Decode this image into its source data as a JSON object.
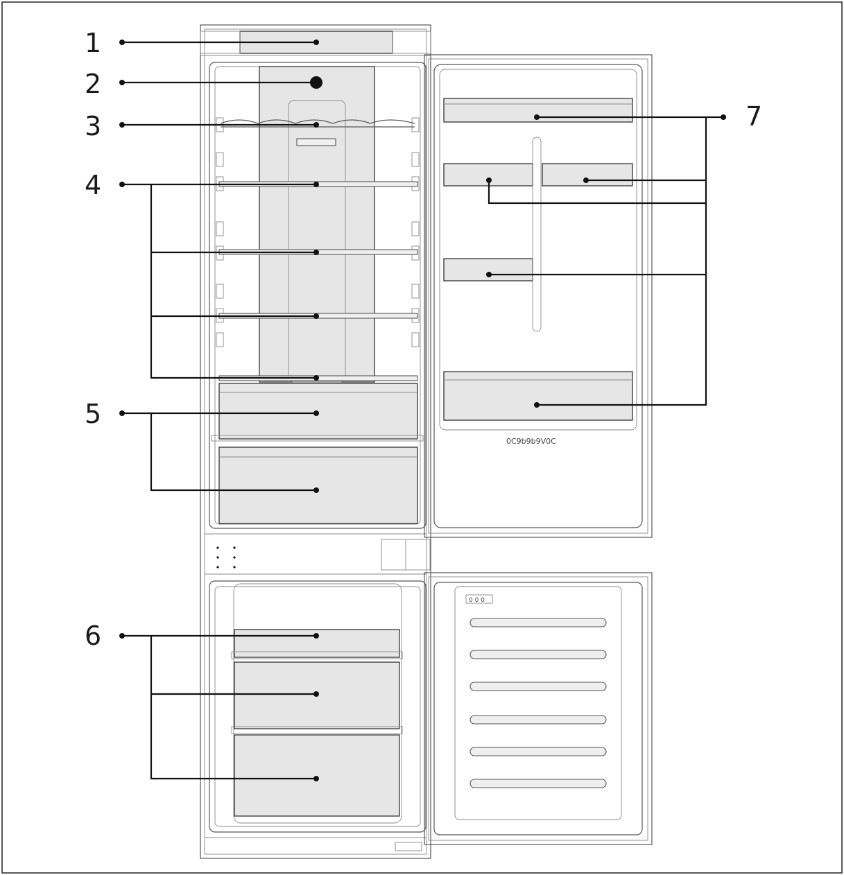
{
  "callouts": [
    {
      "id": "1",
      "label": "1"
    },
    {
      "id": "2",
      "label": "2"
    },
    {
      "id": "3",
      "label": "3"
    },
    {
      "id": "4",
      "label": "4"
    },
    {
      "id": "5",
      "label": "5"
    },
    {
      "id": "6",
      "label": "6"
    },
    {
      "id": "7",
      "label": "7"
    }
  ],
  "door_marking": "0C9b9b9V0C",
  "freezer_label": "0 0 0"
}
